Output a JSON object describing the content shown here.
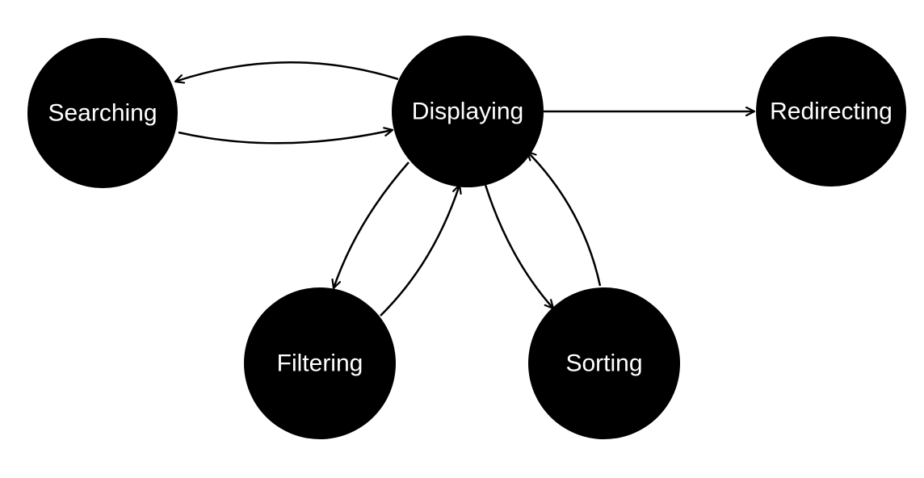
{
  "diagram": {
    "colors": {
      "node_fill": "#000000",
      "label_color": "#ffffff",
      "edge_color": "#000000",
      "background": "#ffffff"
    },
    "nodes": {
      "searching": "Searching",
      "displaying": "Displaying",
      "redirecting": "Redirecting",
      "filtering": "Filtering",
      "sorting": "Sorting"
    },
    "edges": [
      {
        "from": "Displaying",
        "to": "Searching"
      },
      {
        "from": "Searching",
        "to": "Displaying"
      },
      {
        "from": "Displaying",
        "to": "Redirecting"
      },
      {
        "from": "Displaying",
        "to": "Filtering"
      },
      {
        "from": "Filtering",
        "to": "Displaying"
      },
      {
        "from": "Displaying",
        "to": "Sorting"
      },
      {
        "from": "Sorting",
        "to": "Displaying"
      }
    ]
  }
}
